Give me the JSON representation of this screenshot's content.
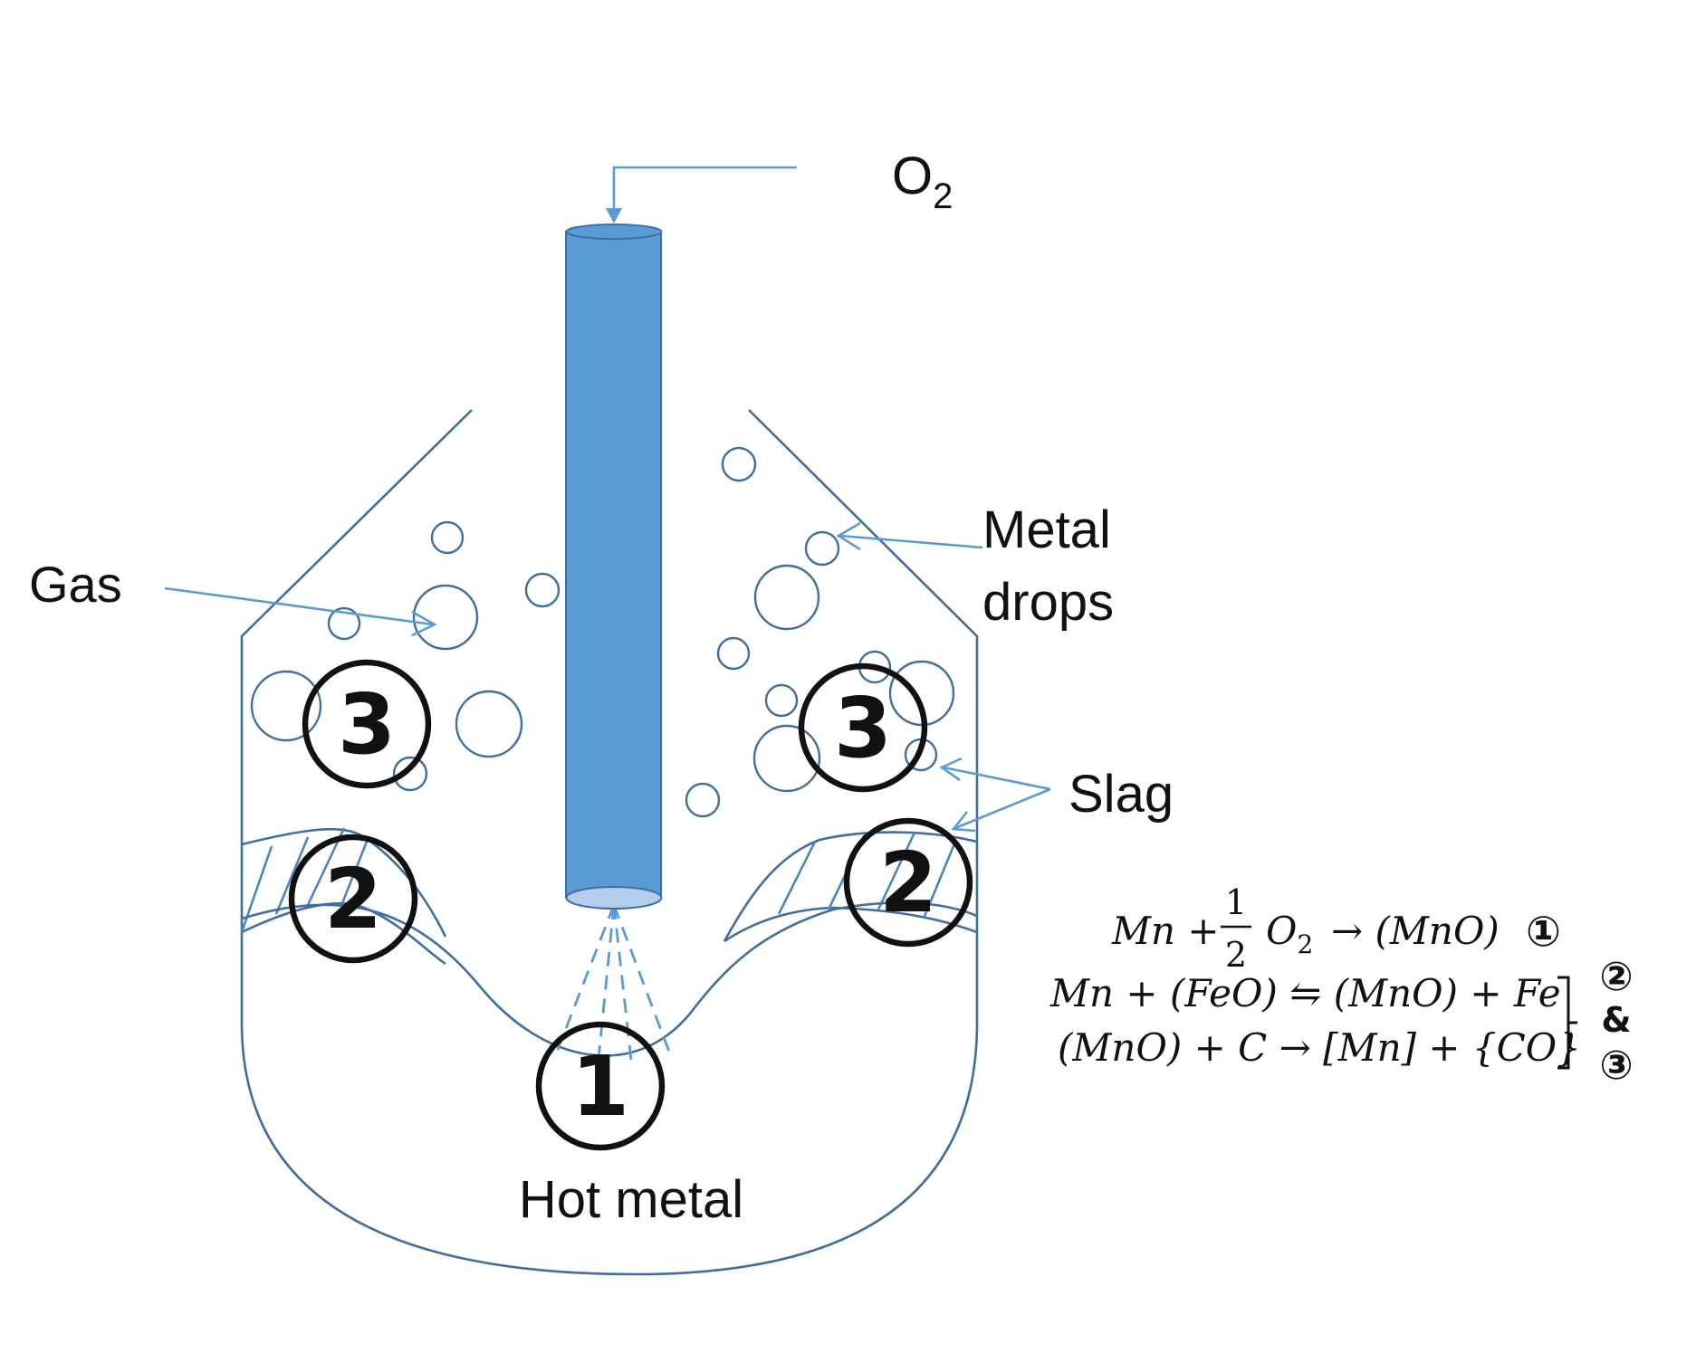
{
  "labels": {
    "oxygen": "O",
    "oxygen_sub": "2",
    "gas": "Gas",
    "metal_drops_line1": "Metal",
    "metal_drops_line2": "drops",
    "slag": "Slag",
    "hot_metal": "Hot metal"
  },
  "zones": {
    "one": "1",
    "two_left": "2",
    "two_right": "2",
    "three_left": "3",
    "three_right": "3"
  },
  "equations": {
    "eq1": {
      "lhs": "Mn +",
      "frac_num": "1",
      "frac_den": "2",
      "o2": "O",
      "o2_sub": "2",
      "rhs": "→ (MnO)",
      "marker": "①"
    },
    "eq2": "Mn + (FeO) ⇋ (MnO) + Fe",
    "eq3": "(MnO) + C → [Mn] + {CO}",
    "group_marker_top": "②",
    "group_marker_and": "&",
    "group_marker_bottom": "③"
  },
  "colors": {
    "lance": "#5b9bd5",
    "lance_tip": "#b4cdec",
    "vessel_line": "#3f6f9f",
    "arrow": "#5b9bd5"
  }
}
